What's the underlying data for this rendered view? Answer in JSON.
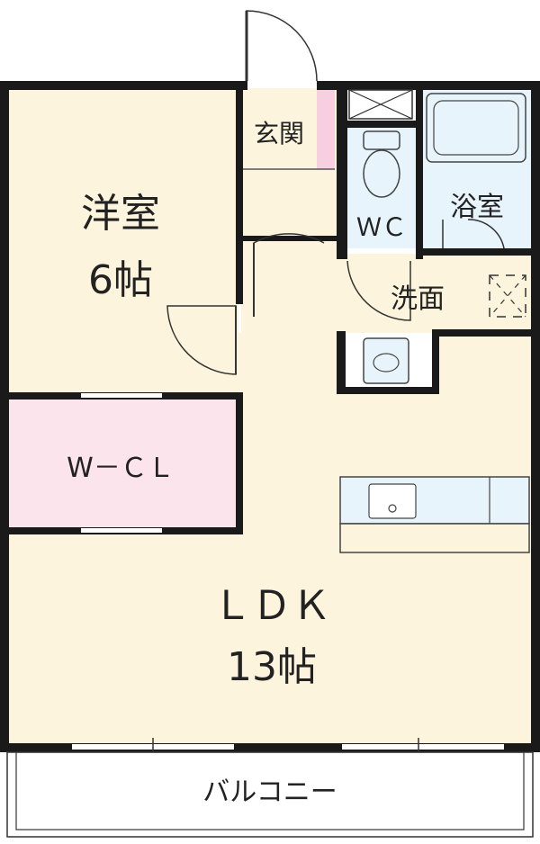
{
  "rooms": {
    "western_room": {
      "name": "洋室",
      "size": "6帖"
    },
    "walk_in_closet": {
      "name": "W－ＣＬ"
    },
    "entrance": {
      "name": "玄関"
    },
    "toilet": {
      "name": "ＷＣ"
    },
    "bathroom": {
      "name": "浴室"
    },
    "washroom": {
      "name": "洗面"
    },
    "ldk": {
      "name": "ＬＤＫ",
      "size": "13帖"
    },
    "balcony": {
      "name": "バルコニー"
    }
  },
  "colors": {
    "floor": "#fcf4dc",
    "closet": "#fbe4ec",
    "wet_area": "#e8f4fb",
    "wall": "#1a1a1a"
  }
}
